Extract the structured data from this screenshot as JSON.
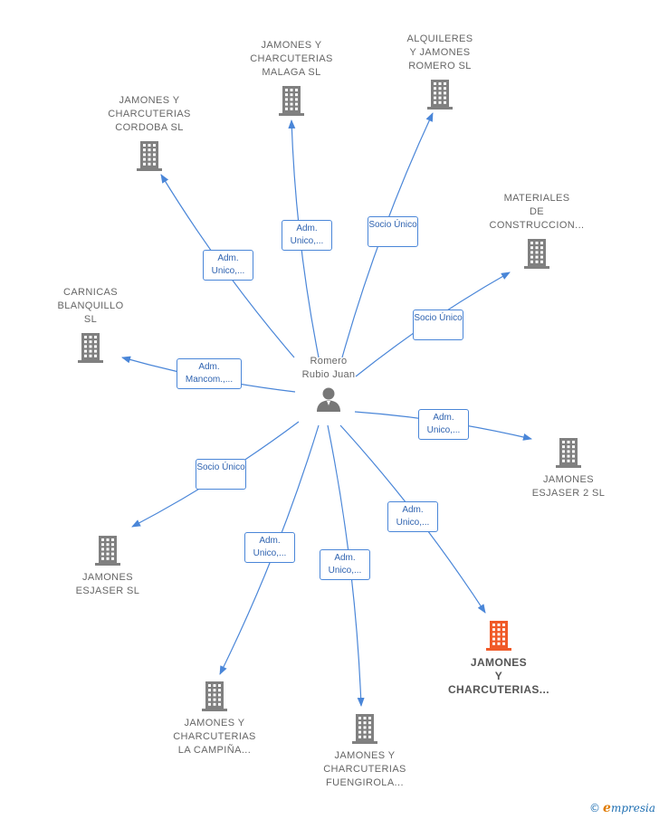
{
  "center": {
    "name": "Romero\nRubio Juan"
  },
  "companies": [
    {
      "id": "malaga",
      "name": "JAMONES Y\nCHARCUTERIAS\nMALAGA  SL",
      "edge": "Adm.\nUnico,...",
      "highlight": false
    },
    {
      "id": "alquileres",
      "name": "ALQUILERES\nY JAMONES\nROMERO  SL",
      "edge": "Socio\nÚnico",
      "highlight": false
    },
    {
      "id": "cordoba",
      "name": "JAMONES Y\nCHARCUTERIAS\nCORDOBA  SL",
      "edge": "Adm.\nUnico,...",
      "highlight": false
    },
    {
      "id": "materiales",
      "name": "MATERIALES\nDE\nCONSTRUCCION...",
      "edge": "Socio\nÚnico",
      "highlight": false
    },
    {
      "id": "carnicas",
      "name": "CARNICAS\nBLANQUILLO\nSL",
      "edge": "Adm.\nMancom.,...",
      "highlight": false
    },
    {
      "id": "esjaser2",
      "name": "JAMONES\nESJASER 2  SL",
      "edge": "Adm.\nUnico,...",
      "highlight": false
    },
    {
      "id": "esjaser",
      "name": "JAMONES\nESJASER  SL",
      "edge": "Socio\nÚnico",
      "highlight": false
    },
    {
      "id": "charcuterias",
      "name": "JAMONES\nY\nCHARCUTERIAS...",
      "edge": "Adm.\nUnico,...",
      "highlight": true
    },
    {
      "id": "campina",
      "name": "JAMONES Y\nCHARCUTERIAS\nLA CAMPIÑA...",
      "edge": "Adm.\nUnico,...",
      "highlight": false
    },
    {
      "id": "fuengirola",
      "name": "JAMONES Y\nCHARCUTERIAS\nFUENGIROLA...",
      "edge": "Adm.\nUnico,...",
      "highlight": false
    }
  ],
  "colors": {
    "edge": "#4a86d8",
    "building": "#808080",
    "highlight": "#f05a28",
    "text": "#666666"
  },
  "icons": {
    "company": "building-icon",
    "person": "person-icon"
  },
  "brand": {
    "copyright": "©",
    "initial": "e",
    "rest": "mpresia"
  }
}
